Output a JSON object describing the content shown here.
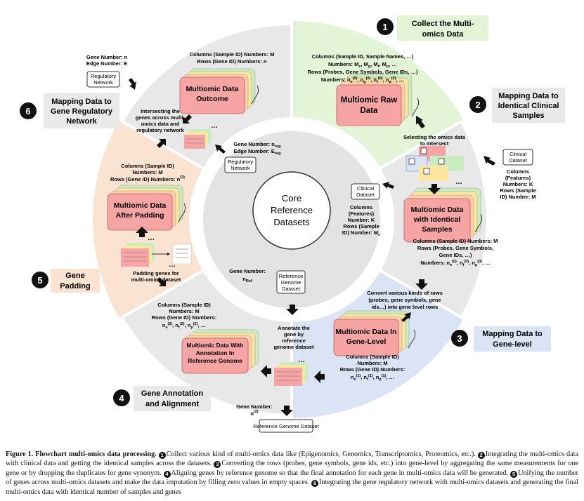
{
  "center": {
    "line1": "Core",
    "line2": "Reference",
    "line3": "Datasets"
  },
  "steps": [
    {
      "num": "1",
      "line1": "Collect the Multi-",
      "line2": "omics Data"
    },
    {
      "num": "2",
      "line1": "Mapping Data to",
      "line2": "Identical Clinical",
      "line3": "Samples"
    },
    {
      "num": "3",
      "line1": "Mapping Data to",
      "line2": "Gene-level"
    },
    {
      "num": "4",
      "line1": "Gene Annotation",
      "line2": "and Alignment"
    },
    {
      "num": "5",
      "line1": "Gene",
      "line2": "Padding"
    },
    {
      "num": "6",
      "line1": "Mapping Data to",
      "line2": "Gene Regulatory",
      "line3": "Network"
    }
  ],
  "boxes": {
    "raw": {
      "line1": "Multiomic Raw",
      "line2": "Data"
    },
    "identical": {
      "line1": "Multiomic Data",
      "line2": "with Identical",
      "line3": "Samples"
    },
    "gene_level": {
      "line1": "Multiomic Data In",
      "line2": "Gene-Level"
    },
    "annotation": {
      "line1": "Multiomic Data With",
      "line2": "Annotation In",
      "line3": "Reference Genome"
    },
    "padding": {
      "line1": "Multiomic Data",
      "line2": "After Padding"
    },
    "outcome": {
      "line1": "Multiomic Data",
      "line2": "Outcome"
    }
  },
  "small_boxes": {
    "clinical_inner": {
      "line1": "Clinical",
      "line2": "Dataset"
    },
    "clinical_outer": {
      "line1": "Clinical",
      "line2": "Dataset"
    },
    "ref_inner": {
      "line1": "Reference",
      "line2": "Genome",
      "line3": "Dataset"
    },
    "ref_outer": "Reference Genome Dataset",
    "regnet_inner": {
      "line1": "Regulatory",
      "line2": "Network"
    },
    "regnet_outer": {
      "line1": "Regulatory",
      "line2": "Network"
    }
  },
  "labels": {
    "step1_l1": "Columns (Sample ID, Sample Names, …)",
    "step1_l2": "Numbers: M",
    "step1_l2_rest": ", M",
    "step1_l3": "Rows (Probes, Gene Symbols, Gene IDs, …)",
    "step1_l4": "Numbers: n",
    "select_l1": "Selecting the omics data",
    "select_l2": "to intersect",
    "clinical_out_l1": "Columns",
    "clinical_out_l2": "(Features)",
    "clinical_out_l3": "Numbers: K",
    "clinical_out_l4": "Rows (Sample",
    "clinical_out_l5": "ID) Number: M",
    "step2_l1": "Columns (Sample ID) Numbers: M",
    "step2_l2": "Rows (Probes, Gene Symbols,",
    "step2_l3": "Gene IDs, …)",
    "step2_l4": "Numbers: n",
    "convert_l1": "Convert various kinds of rows",
    "convert_l2": "(probes, gene symbols, gene",
    "convert_l3": "ids…) into gene level rows",
    "step3_l1": "Columns (Sample ID)",
    "step3_l2": "Numbers: M",
    "step3_l3": "Rows (Gene ID) Numbers:",
    "step3_l4": "n",
    "annotate_l1": "Annotate the",
    "annotate_l2": "gene by",
    "annotate_l3": "reference",
    "annotate_l4": "genome dataset",
    "gene_num2": "Gene Number:",
    "gene_num2_v": "n",
    "step4_l1": "Columns (Sample ID)",
    "step4_l2": "Numbers: M",
    "step4_l3": "Rows (Gene ID) Numbers:",
    "step4_l4": "n",
    "padding_l1": "Padding genes for",
    "padding_l2": "multi-omics dataset",
    "step5_l1": "Columns (Sample ID)",
    "step5_l2": "Numbers: M",
    "step5_l3": "Rows (Gene ID) Numbers: n",
    "step6_l1": "Columns (Sample ID) Numbers: M",
    "step6_l2": "Rows (Gene ID) Numbers: n",
    "intersect_l1": "Intersecting the",
    "intersect_l2": "genes across multi-",
    "intersect_l3": "omics data and",
    "intersect_l4": "regulatory network",
    "regnet_top_l1": "Gene Number: n",
    "regnet_top_l2": "Edge Number: E",
    "regnet_in_l1": "Gene Number: n",
    "regnet_in_l2": "Edge Number: E",
    "regnet_in_sub1": "reg",
    "regnet_in_sub2": "reg",
    "clin_in_l1": "Columns",
    "clin_in_l2": "(Features)",
    "clin_in_l3": "Number: K",
    "clin_in_l4": "Rows (Sample",
    "clin_in_l5": "ID) Number: M",
    "clin_in_sub": "c",
    "ref_in_l1": "Gene Number:",
    "ref_in_l2": "n",
    "ref_in_sub": "Ref",
    "dots": "…"
  },
  "caption": {
    "title": "Figure 1. Flowchart multi-omics data processing.",
    "n1": "1",
    "t1": "Collect various kind of multi-omics data like (Epigenomics, Genomics, Transcriptomics, Proteomics, etc.).",
    "n2": "2",
    "t2": "Integrating the multi-omics data with clinical data and getting the identical samples across the datasets.",
    "n3": "3",
    "t3": "Converting the rows (probes, gene symbols, gene ids, etc.) into gene-level by aggregating the same measurements for one gene or by dropping the duplicates for gene synonym.",
    "n4": "4",
    "t4": "Aligning genes by reference genome so that the final annotation for each gene in multi-omics data will be generated.",
    "n5": "5",
    "t5": "Unifying the number of genes across multi-omics datasets and make the data imputation by filling zero values in empty spaces.",
    "n6": "6",
    "t6": "Integrating the gene regulatory network with multi-omics datasets and generating the final multi-omics data with identical number of samples and genes"
  },
  "colors": {
    "ring": "#e8e8e8",
    "ring_edge": "#ffffff",
    "hub_bg": "#ffffff",
    "step1": "#e4f4d6",
    "step3": "#dbe4f4",
    "step5": "#fbe3d2",
    "label_bg": "#e9e9e9",
    "card_red": "#f6a4a4",
    "card_yellow": "#fbe7a0",
    "card_green": "#c9ecc0",
    "card_peach": "#fbd2a8"
  }
}
